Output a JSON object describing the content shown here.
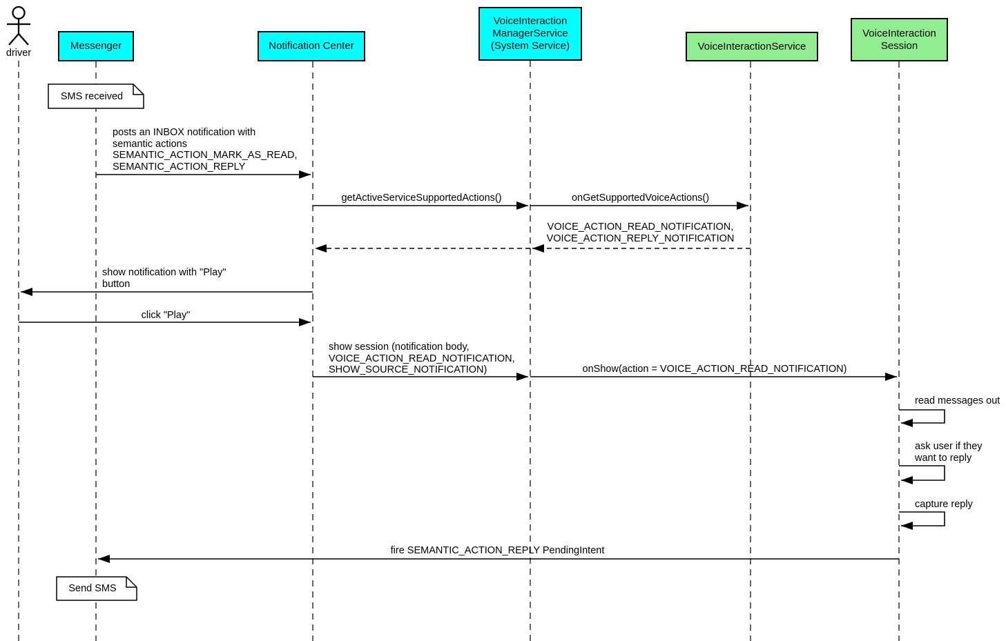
{
  "diagram_type": "uml-sequence-diagram",
  "colors": {
    "participant_cyan": "#00ffff",
    "participant_green": "#90ee90",
    "line": "#000000",
    "background": "#ffffff"
  },
  "participants": [
    {
      "label": "driver",
      "type": "actor",
      "icon": "stick-figure-icon"
    },
    {
      "label": "Messenger",
      "type": "box",
      "fill": "#00ffff"
    },
    {
      "label": "Notification Center",
      "type": "box",
      "fill": "#00ffff"
    },
    {
      "label": "VoiceInteraction\nManagerService\n(System Service)",
      "type": "box",
      "fill": "#00ffff"
    },
    {
      "label": "VoiceInteractionService",
      "type": "box",
      "fill": "#90ee90"
    },
    {
      "label": "VoiceInteraction\nSession",
      "type": "box",
      "fill": "#90ee90"
    }
  ],
  "notes": [
    {
      "label": "SMS received",
      "attached_to": "Messenger"
    },
    {
      "label": "Send SMS",
      "attached_to": "Messenger"
    }
  ],
  "messages": [
    {
      "label": "posts an INBOX notification with\nsemantic actions\nSEMANTIC_ACTION_MARK_AS_READ,\nSEMANTIC_ACTION_REPLY",
      "from": "Messenger",
      "to": "Notification Center",
      "style": "solid"
    },
    {
      "label": "getActiveServiceSupportedActions()",
      "from": "Notification Center",
      "to": "VoiceInteraction ManagerService (System Service)",
      "style": "solid"
    },
    {
      "label": "onGetSupportedVoiceActions()",
      "from": "VoiceInteraction ManagerService (System Service)",
      "to": "VoiceInteractionService",
      "style": "solid"
    },
    {
      "label": "VOICE_ACTION_READ_NOTIFICATION,\nVOICE_ACTION_REPLY_NOTIFICATION",
      "from": "VoiceInteractionService",
      "to": "VoiceInteraction ManagerService (System Service)",
      "style": "dashed-return"
    },
    {
      "label": "",
      "from": "VoiceInteraction ManagerService (System Service)",
      "to": "Notification Center",
      "style": "dashed-return"
    },
    {
      "label": "show notification with \"Play\"\nbutton",
      "from": "Notification Center",
      "to": "driver",
      "style": "solid"
    },
    {
      "label": "click \"Play\"",
      "from": "driver",
      "to": "Notification Center",
      "style": "solid"
    },
    {
      "label": "show session (notification body,\nVOICE_ACTION_READ_NOTIFICATION,\nSHOW_SOURCE_NOTIFICATION)",
      "from": "Notification Center",
      "to": "VoiceInteraction ManagerService (System Service)",
      "style": "solid"
    },
    {
      "label": "onShow(action = VOICE_ACTION_READ_NOTIFICATION)",
      "from": "VoiceInteraction ManagerService (System Service)",
      "to": "VoiceInteraction Session",
      "style": "solid"
    },
    {
      "label": "read messages out",
      "from": "VoiceInteraction Session",
      "to": "VoiceInteraction Session",
      "style": "self"
    },
    {
      "label": "ask user if they\nwant to reply",
      "from": "VoiceInteraction Session",
      "to": "VoiceInteraction Session",
      "style": "self"
    },
    {
      "label": "capture reply",
      "from": "VoiceInteraction Session",
      "to": "VoiceInteraction Session",
      "style": "self"
    },
    {
      "label": "fire SEMANTIC_ACTION_REPLY PendingIntent",
      "from": "VoiceInteraction Session",
      "to": "Messenger",
      "style": "solid"
    }
  ]
}
